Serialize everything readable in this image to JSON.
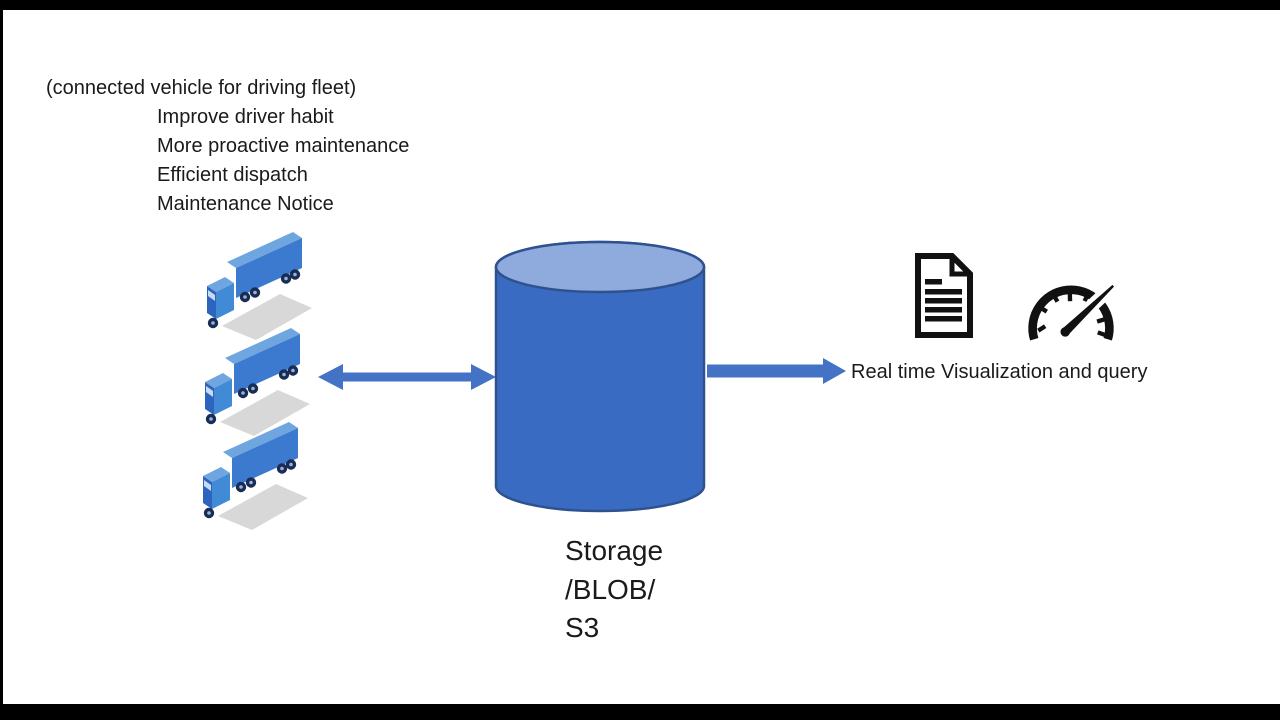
{
  "page": {
    "background": "#ffffff",
    "letterbox_color": "#000000"
  },
  "notes": {
    "heading": "(connected vehicle for driving fleet)",
    "items": [
      "Improve driver habit",
      "More proactive maintenance",
      "Efficient dispatch",
      "Maintenance Notice"
    ]
  },
  "fleet": {
    "icon": "truck-icon",
    "truck_count": 3
  },
  "storage": {
    "label_lines": [
      "Storage",
      "/BLOB/",
      "S3"
    ]
  },
  "output": {
    "label": "Real time Visualization and query",
    "icons": [
      "document-icon",
      "speedometer-icon"
    ]
  },
  "colors": {
    "accent_arrow_blue": "#4472C4",
    "cylinder_body": "#3A6BC2",
    "cylinder_top": "#8FAADC",
    "cylinder_outline": "#2F528F",
    "truck_side_blue": "#3C7AD0",
    "truck_top_blue": "#6FA6E0",
    "truck_front_blue": "#2D65BE",
    "truck_wheel_navy": "#1B2C54",
    "shadow_gray": "#D8D8D8",
    "icon_ink": "#111111",
    "text_ink": "#1A1A1A"
  }
}
